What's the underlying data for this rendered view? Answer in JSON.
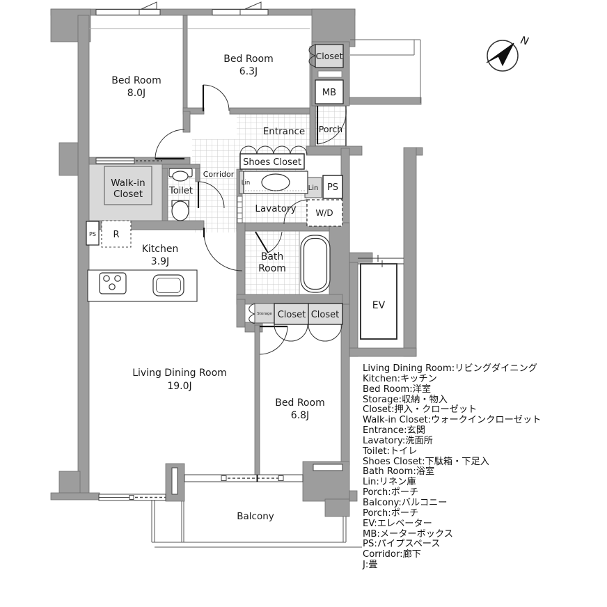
{
  "colors": {
    "wall": "#9d9d9d",
    "wall_edge": "#6f6f6f",
    "tile_line": "#cccccc",
    "storage_fill": "#d9d9d9",
    "outline": "#1a1a1a"
  },
  "compass": {
    "north_label": "N"
  },
  "rooms": {
    "bed1": {
      "name": "Bed Room",
      "size": "8.0J"
    },
    "bed2": {
      "name": "Bed Room",
      "size": "6.3J"
    },
    "bed3": {
      "name": "Bed Room",
      "size": "6.8J"
    },
    "ldk": {
      "name": "Living Dining Room",
      "size": "19.0J"
    },
    "kitchen": {
      "name": "Kitchen",
      "size": "3.9J"
    },
    "bath": {
      "line1": "Bath",
      "line2": "Room"
    },
    "walkin": {
      "line1": "Walk-in",
      "line2": "Closet"
    },
    "entrance": "Entrance",
    "corridor": "Corridor",
    "toilet": "Toilet",
    "lavatory": "Lavatory",
    "shoes_closet": "Shoes Closet",
    "closet_top": "Closet",
    "closet_a": "Closet",
    "closet_b": "Closet",
    "storage": "Storage",
    "balcony": "Balcony",
    "porch": "Porch",
    "mb": "MB",
    "ev": "EV",
    "ps_right": "PS",
    "ps_left": "PS",
    "lin_left": "Lin",
    "lin_right": "Lin",
    "wd": "W/D",
    "fridge": "R"
  },
  "legend": {
    "items": [
      "Living Dining Room:リビングダイニング",
      "Kitchen:キッチン",
      "Bed Room:洋室",
      "Storage:収納・物入",
      "Closet:押入・クローゼット",
      "Walk-in Closet:ウォークインクローゼット",
      "Entrance:玄関",
      "Lavatory:洗面所",
      "Toilet:トイレ",
      "Shoes Closet:下駄箱・下足入",
      "Bath Room:浴室",
      "Lin:リネン庫",
      "Porch:ポーチ",
      "Balcony:バルコニー",
      "Porch:ポーチ",
      "EV:エレベーター",
      "MB:メーターボックス",
      "PS:パイプスペース",
      "Corridor:廊下",
      "J:畳"
    ]
  }
}
